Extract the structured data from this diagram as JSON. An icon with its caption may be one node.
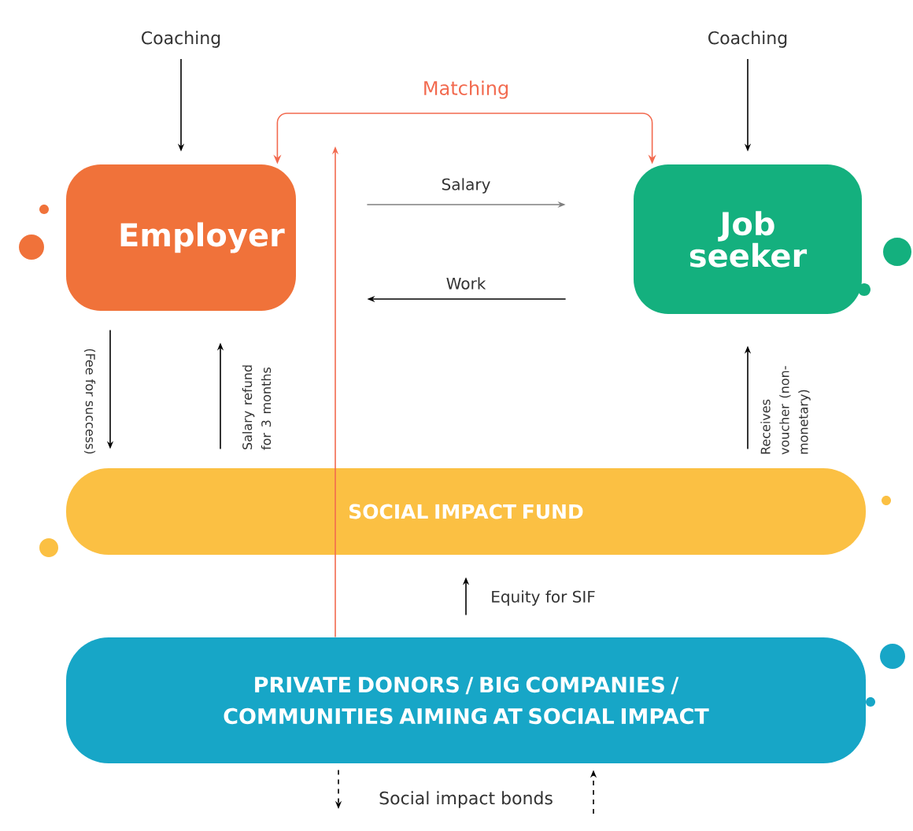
{
  "diagram": {
    "nodes": [
      {
        "text": [
          "Coaching"
        ]
      },
      {
        "text": [
          "Coaching"
        ]
      },
      {
        "text": [
          "Employer"
        ]
      },
      {
        "text": [
          "Job seeker"
        ]
      },
      {
        "text": [
          "SOCIAL IMPACT FUND"
        ]
      },
      {
        "text": [
          "PRIVATE DONORS / BIG COMPANIES / COMMUNITIES AIMING AT SOCIAL IMPACT"
        ]
      }
    ],
    "edges": [
      {
        "from": 0,
        "to": 2,
        "arrow": "to"
      },
      {
        "from": 1,
        "to": 3,
        "arrow": "to"
      },
      {
        "from": 2,
        "to": 3,
        "arrow": "to",
        "label": "Salary",
        "color": "#7f7f7f"
      },
      {
        "from": 3,
        "to": 2,
        "arrow": "to",
        "label": "Work"
      },
      {
        "from": 2,
        "to": 4,
        "arrow": "to",
        "label": "(Fee for success)"
      },
      {
        "from": 4,
        "to": 2,
        "arrow": "to",
        "label": "Salary refund for 3 months"
      },
      {
        "from": 4,
        "to": 3,
        "arrow": "to",
        "label": "Receives voucher (non-monetary)"
      },
      {
        "from": 5,
        "to": 4,
        "arrow": "to",
        "label": "Equity for SIF"
      },
      {
        "from": 2,
        "to": 3,
        "arrow": "both",
        "label": "Matching",
        "color": "#f26a4f"
      },
      {
        "from": 5,
        "to": null,
        "arrow": "to",
        "color": "#f26a4f"
      },
      {
        "from": 5,
        "to": null,
        "arrow": "to",
        "style": "dashed"
      },
      {
        "from": null,
        "to": 5,
        "arrow": "to",
        "style": "dashed"
      }
    ],
    "labels": [
      "Social impact bonds"
    ]
  }
}
